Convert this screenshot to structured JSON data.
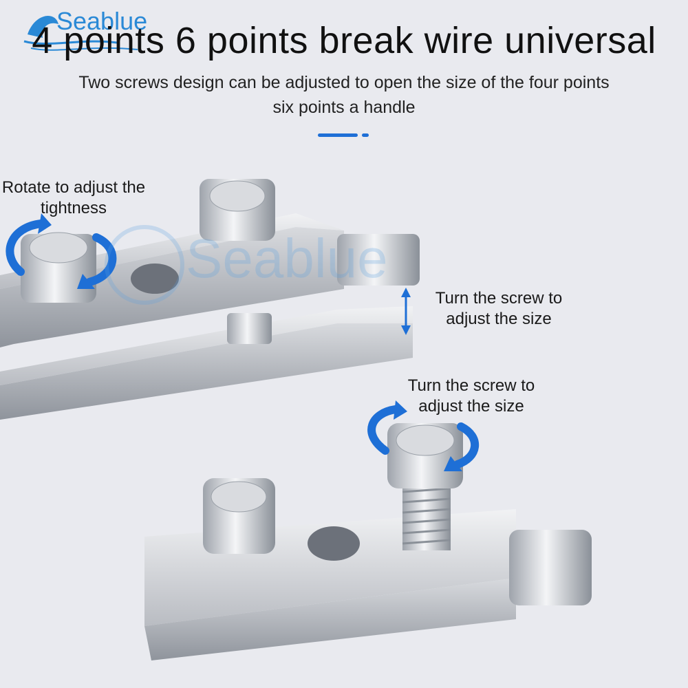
{
  "brand": {
    "name": "Seablue",
    "watermark": "Seablue",
    "accent": "#1e6fd6"
  },
  "header": {
    "title": "4 points 6 points break wire universal",
    "subtitle": "Two screws design can be adjusted to open the size of the four points six points a handle"
  },
  "annotations": {
    "rotate": "Rotate to adjust the tightness",
    "turn_upper": "Turn the screw to adjust the size",
    "turn_lower": "Turn the screw to adjust the size"
  },
  "icons": [
    "rotate-arrow-icon",
    "double-arrow-icon",
    "wave-logo-icon"
  ],
  "colors": {
    "background": "#e9eaef",
    "metal": "#c9cbd0",
    "arrow": "#1e6fd6"
  }
}
